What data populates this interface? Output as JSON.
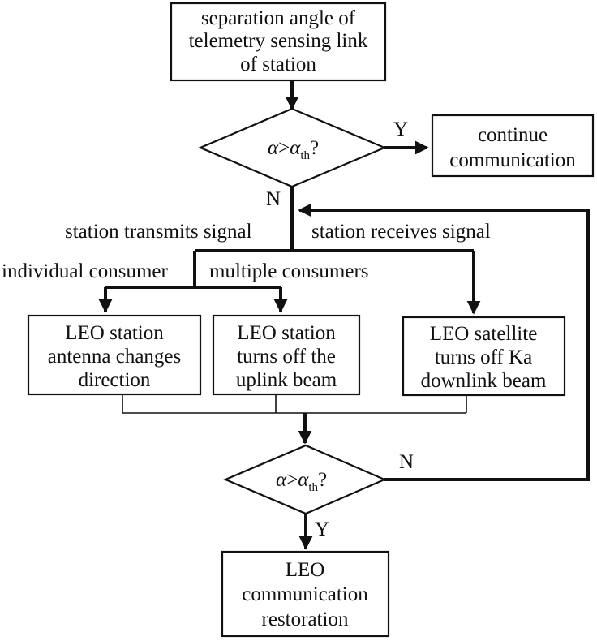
{
  "boxes": {
    "start": [
      "separation angle of",
      "telemetry sensing link",
      "of station"
    ],
    "continue": [
      "continue",
      "communication"
    ],
    "antenna": [
      "LEO station",
      "antenna changes",
      "direction"
    ],
    "uplink": [
      "LEO station",
      "turns off the",
      "uplink beam"
    ],
    "downlink": [
      "LEO satellite",
      "turns off Ka",
      "downlink beam"
    ],
    "restore": [
      "LEO",
      "communication",
      "restoration"
    ]
  },
  "decisions": {
    "d1": {
      "alpha": "α",
      "gt": ">",
      "sub": "th",
      "q": "?"
    },
    "d2": {
      "alpha": "α",
      "gt": ">",
      "sub": "th",
      "q": "?"
    }
  },
  "labels": {
    "y1": "Y",
    "n1": "N",
    "transmit": "station transmits signal",
    "receive": "station receives signal",
    "individual": "individual consumer",
    "multiple": "multiple consumers",
    "n2": "N",
    "y2": "Y"
  }
}
